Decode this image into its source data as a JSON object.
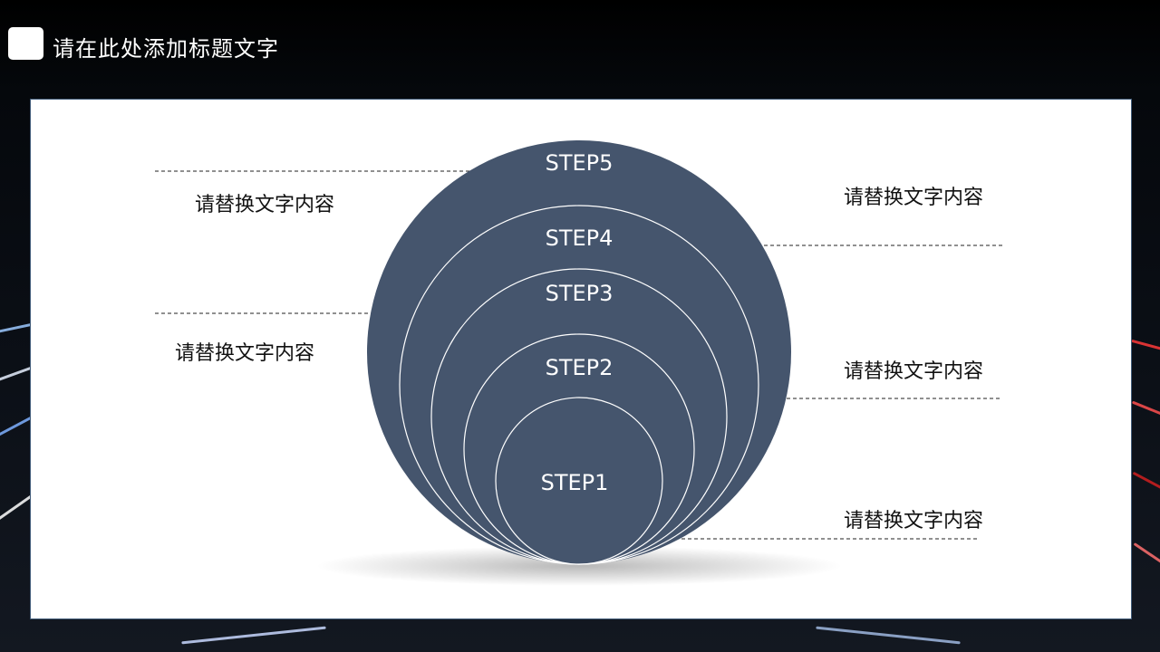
{
  "header": {
    "title": "请在此处添加标题文字"
  },
  "steps": {
    "step1": "STEP1",
    "step2": "STEP2",
    "step3": "STEP3",
    "step4": "STEP4",
    "step5": "STEP5"
  },
  "descriptions": {
    "left_top": "请替换文字内容",
    "left_middle": "请替换文字内容",
    "right_top": "请替换文字内容",
    "right_middle": "请替换文字内容",
    "right_bottom": "请替换文字内容"
  },
  "colors": {
    "circle_fill": "#45556d",
    "ring_stroke": "#ffffff",
    "panel_border": "#3f5a78"
  }
}
